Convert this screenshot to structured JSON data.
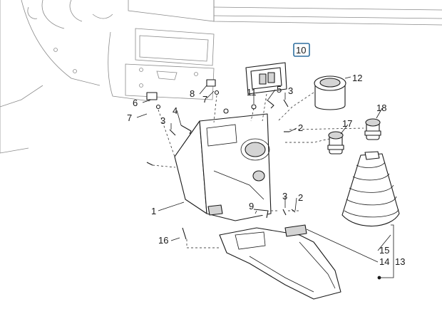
{
  "diagram": {
    "highlighted_callout": "10",
    "callouts": [
      {
        "id": "c1",
        "text": "1"
      },
      {
        "id": "c2a",
        "text": "2"
      },
      {
        "id": "c2b",
        "text": "2"
      },
      {
        "id": "c3a",
        "text": "3"
      },
      {
        "id": "c3b",
        "text": "3"
      },
      {
        "id": "c3c",
        "text": "3"
      },
      {
        "id": "c4",
        "text": "4"
      },
      {
        "id": "c5",
        "text": "5"
      },
      {
        "id": "c6",
        "text": "6"
      },
      {
        "id": "c7a",
        "text": "7"
      },
      {
        "id": "c7b",
        "text": "7"
      },
      {
        "id": "c8",
        "text": "8"
      },
      {
        "id": "c9",
        "text": "9"
      },
      {
        "id": "c10",
        "text": "10"
      },
      {
        "id": "c11",
        "text": "11"
      },
      {
        "id": "c12",
        "text": "12"
      },
      {
        "id": "c13",
        "text": "13"
      },
      {
        "id": "c14",
        "text": "14"
      },
      {
        "id": "c15",
        "text": "15"
      },
      {
        "id": "c16",
        "text": "16"
      },
      {
        "id": "c17",
        "text": "17"
      },
      {
        "id": "c18",
        "text": "18"
      }
    ],
    "colors": {
      "line": "#1a1a1a",
      "ghost": "#8a8a8a",
      "highlight": "#2f6f9f"
    }
  }
}
